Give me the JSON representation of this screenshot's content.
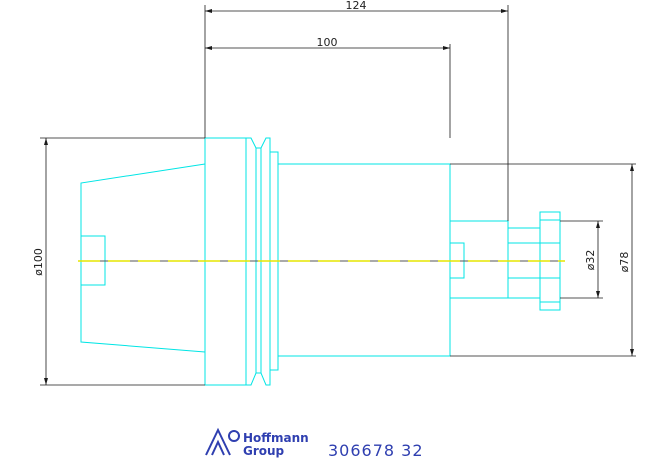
{
  "drawing": {
    "dimensions": {
      "overall_length": "124",
      "length": "100",
      "flange_diameter": "ø100",
      "shank_diameter": "ø78",
      "bore_diameter": "ø32"
    },
    "logo": {
      "brand_line1": "Hoffmann",
      "brand_line2": "Group"
    },
    "part_number": "306678 32",
    "colors": {
      "outline": "#00e5e5",
      "dimension": "#1a1a1a",
      "centerline_dash": "#e6e600",
      "centerline_gap": "#555555",
      "brand": "#2f3fb0"
    }
  }
}
